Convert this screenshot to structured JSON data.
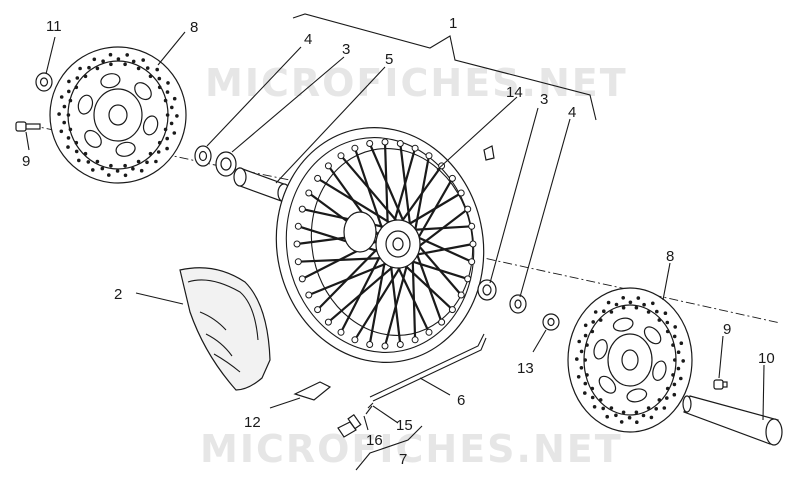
{
  "watermarks": [
    "MICROFICHES.NET",
    "MICROFICHES.NET"
  ],
  "callouts": {
    "c1": "1",
    "c2": "2",
    "c3a": "3",
    "c3b": "3",
    "c4a": "4",
    "c4b": "4",
    "c5": "5",
    "c6": "6",
    "c7": "7",
    "c8a": "8",
    "c8b": "8",
    "c9a": "9",
    "c9b": "9",
    "c10": "10",
    "c11": "11",
    "c12": "12",
    "c13": "13",
    "c14": "14",
    "c15": "15",
    "c16": "16"
  },
  "colors": {
    "ink": "#1a1a1a",
    "watermark": "#e6e6e6",
    "tyre": "#f2f2f2"
  }
}
